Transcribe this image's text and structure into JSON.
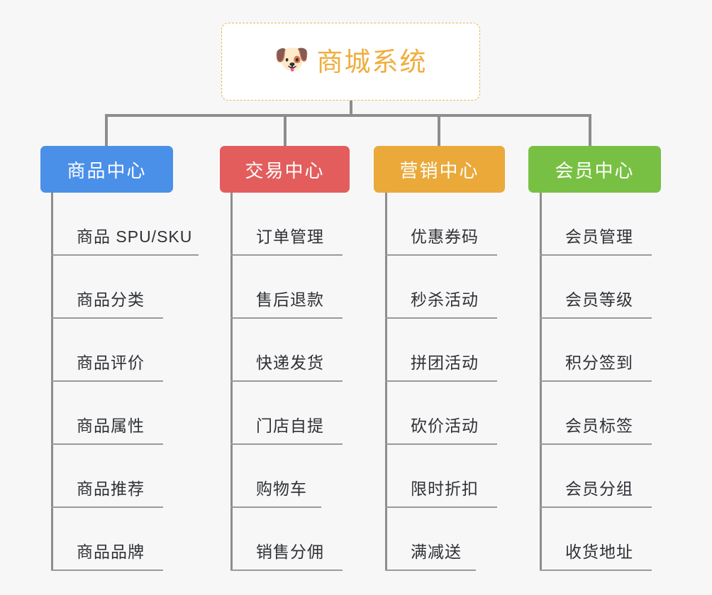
{
  "diagram": {
    "title": "商城系统",
    "background_color": "#f7f7f8",
    "root": {
      "label": "商城系统",
      "icon": "shiba-dog-emoji",
      "icon_glyph": "🐶",
      "text_color": "#f0ad3e",
      "border_color": "#e8b852"
    },
    "branches": [
      {
        "label": "商品中心",
        "color": "#4a90e8",
        "items": [
          "商品 SPU/SKU",
          "商品分类",
          "商品评价",
          "商品属性",
          "商品推荐",
          "商品品牌"
        ]
      },
      {
        "label": "交易中心",
        "color": "#e35d5d",
        "items": [
          "订单管理",
          "售后退款",
          "快递发货",
          "门店自提",
          "购物车",
          "销售分佣"
        ]
      },
      {
        "label": "营销中心",
        "color": "#eaa939",
        "items": [
          "优惠券码",
          "秒杀活动",
          "拼团活动",
          "砍价活动",
          "限时折扣",
          "满减送"
        ]
      },
      {
        "label": "会员中心",
        "color": "#78c043",
        "items": [
          "会员管理",
          "会员等级",
          "积分签到",
          "会员标签",
          "会员分组",
          "收货地址"
        ]
      }
    ]
  }
}
